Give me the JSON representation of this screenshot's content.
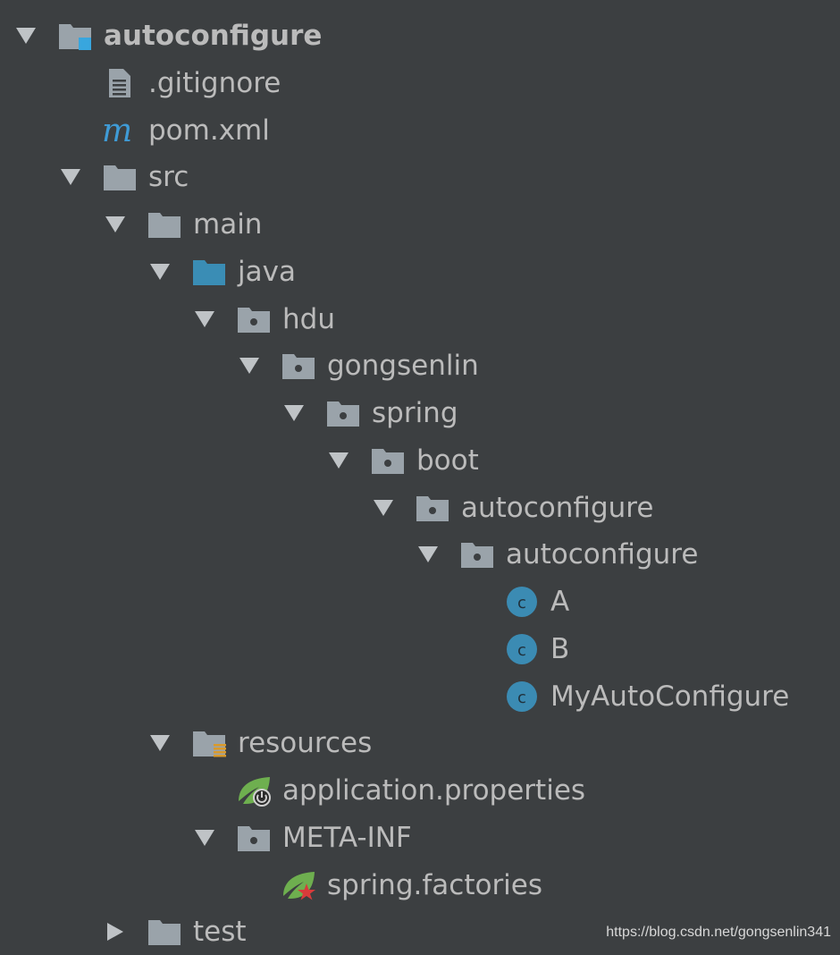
{
  "tree": {
    "rows": [
      {
        "label": "autoconfigure",
        "depth": 0,
        "expanded": true,
        "icon": "module-folder-icon",
        "bold": true
      },
      {
        "label": ".gitignore",
        "depth": 1,
        "expanded": null,
        "icon": "text-file-icon"
      },
      {
        "label": "pom.xml",
        "depth": 1,
        "expanded": null,
        "icon": "maven-icon"
      },
      {
        "label": "src",
        "depth": 1,
        "expanded": true,
        "icon": "folder-icon"
      },
      {
        "label": "main",
        "depth": 2,
        "expanded": true,
        "icon": "folder-icon"
      },
      {
        "label": "java",
        "depth": 3,
        "expanded": true,
        "icon": "source-folder-icon"
      },
      {
        "label": "hdu",
        "depth": 4,
        "expanded": true,
        "icon": "package-icon"
      },
      {
        "label": "gongsenlin",
        "depth": 5,
        "expanded": true,
        "icon": "package-icon"
      },
      {
        "label": "spring",
        "depth": 6,
        "expanded": true,
        "icon": "package-icon"
      },
      {
        "label": "boot",
        "depth": 7,
        "expanded": true,
        "icon": "package-icon"
      },
      {
        "label": "autoconfigure",
        "depth": 8,
        "expanded": true,
        "icon": "package-icon"
      },
      {
        "label": "autoconfigure",
        "depth": 9,
        "expanded": true,
        "icon": "package-icon"
      },
      {
        "label": "A",
        "depth": 10,
        "expanded": null,
        "icon": "class-icon"
      },
      {
        "label": "B",
        "depth": 10,
        "expanded": null,
        "icon": "class-icon"
      },
      {
        "label": "MyAutoConfigure",
        "depth": 10,
        "expanded": null,
        "icon": "class-icon"
      },
      {
        "label": "resources",
        "depth": 3,
        "expanded": true,
        "icon": "resources-folder-icon"
      },
      {
        "label": "application.properties",
        "depth": 4,
        "expanded": null,
        "icon": "spring-properties-icon"
      },
      {
        "label": "META-INF",
        "depth": 4,
        "expanded": true,
        "icon": "package-icon"
      },
      {
        "label": "spring.factories",
        "depth": 5,
        "expanded": null,
        "icon": "spring-factories-icon"
      },
      {
        "label": "test",
        "depth": 2,
        "expanded": false,
        "icon": "folder-icon"
      }
    ]
  },
  "colors": {
    "background": "#3c3f41",
    "text": "#bbbbbb",
    "arrow": "#bfc3c6",
    "folder": "#9aa3aa",
    "source_folder": "#3a8db5",
    "class_circle": "#3b8bb3",
    "maven": "#3f9bd6",
    "spring_leaf": "#6eaf4f",
    "resources_lines": "#d99a2b",
    "factories_star": "#d83b3b"
  },
  "watermark": "https://blog.csdn.net/gongsenlin341"
}
